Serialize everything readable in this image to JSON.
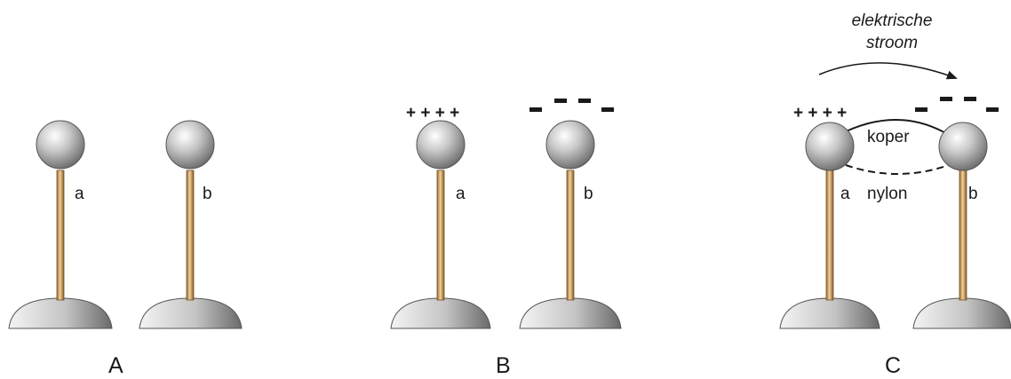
{
  "panels": {
    "A": {
      "label": "A",
      "sphere_a": "a",
      "sphere_b": "b"
    },
    "B": {
      "label": "B",
      "sphere_a": "a",
      "sphere_b": "b",
      "charge_a": "+ + + +",
      "charge_b": "– – – –"
    },
    "C": {
      "label": "C",
      "sphere_a": "a",
      "sphere_b": "b",
      "charge_a": "+ + + +",
      "charge_b": "– – – –",
      "wire_top": "koper",
      "wire_bottom": "nylon",
      "current_line1": "elektrische",
      "current_line2": "stroom"
    }
  },
  "colors": {
    "rod": "#c99a5b",
    "sphere": "#9a9a9a",
    "base": "#8c8c8c",
    "text": "#1a1a1a"
  }
}
